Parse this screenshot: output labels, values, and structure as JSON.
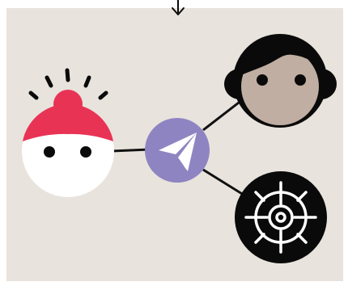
{
  "colors": {
    "panel": "#e8e3dc",
    "page": "#ffffff",
    "ink": "#0a0a0a",
    "connector": "#111111",
    "accent_red": "#e83355",
    "face_white": "#ffffff",
    "face_tan": "#bfaea1",
    "hub_purple": "#8f84c2",
    "hub_icon": "#ffffff",
    "target_icon": "#ffffff"
  },
  "nodes": [
    {
      "id": "incoming-arrow",
      "icon": "arrow-down-icon"
    },
    {
      "id": "person-left",
      "icon": "surprised-face-red-hair-icon"
    },
    {
      "id": "hub",
      "icon": "paper-plane-icon"
    },
    {
      "id": "person-right",
      "icon": "face-dark-hair-icon"
    },
    {
      "id": "target",
      "icon": "target-crosshair-icon"
    }
  ],
  "connections": [
    {
      "from": "person-left",
      "to": "hub"
    },
    {
      "from": "hub",
      "to": "person-right"
    },
    {
      "from": "hub",
      "to": "target"
    }
  ]
}
